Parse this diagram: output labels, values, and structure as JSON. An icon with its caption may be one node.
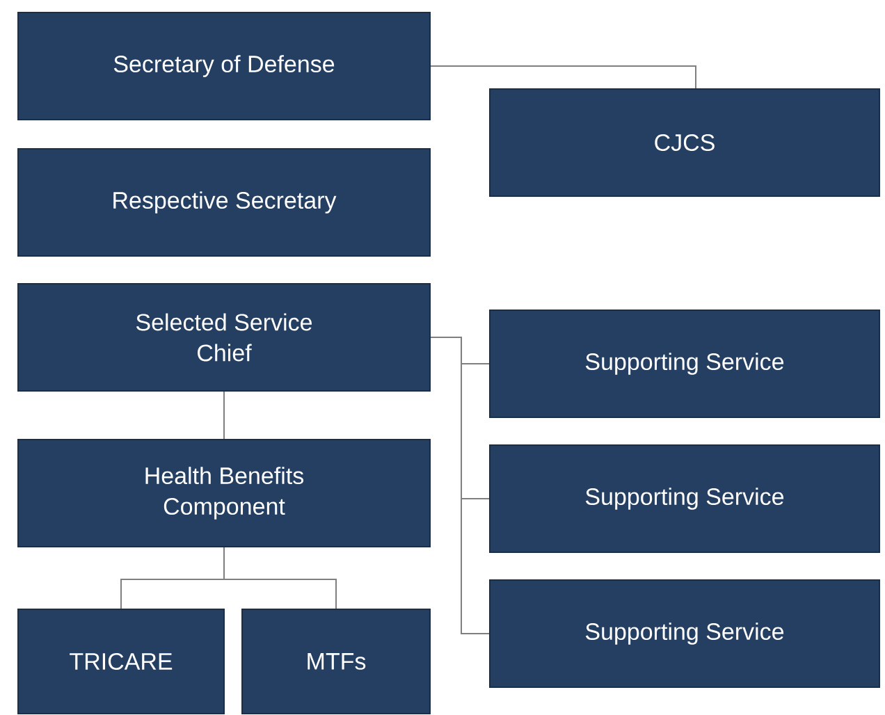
{
  "diagram": {
    "nodes": [
      {
        "text": [
          "Secretary of Defense"
        ]
      },
      {
        "text": [
          "CJCS"
        ]
      },
      {
        "text": [
          "Respective Secretary"
        ]
      },
      {
        "text": [
          "Selected Service Chief"
        ]
      },
      {
        "text": [
          "Supporting Service"
        ]
      },
      {
        "text": [
          "Supporting Service"
        ]
      },
      {
        "text": [
          "Supporting Service"
        ]
      },
      {
        "text": [
          "Health Benefits Component"
        ]
      },
      {
        "text": [
          "TRICARE"
        ]
      },
      {
        "text": [
          "MTFs"
        ]
      }
    ],
    "edges": [
      {
        "from": 0,
        "to": 1,
        "arrow": "none"
      },
      {
        "from": 3,
        "to": 4,
        "arrow": "none"
      },
      {
        "from": 3,
        "to": 5,
        "arrow": "none"
      },
      {
        "from": 3,
        "to": 6,
        "arrow": "none"
      },
      {
        "from": 3,
        "to": 7,
        "arrow": "none"
      },
      {
        "from": 7,
        "to": 8,
        "arrow": "none"
      },
      {
        "from": 7,
        "to": 9,
        "arrow": "none"
      }
    ]
  }
}
